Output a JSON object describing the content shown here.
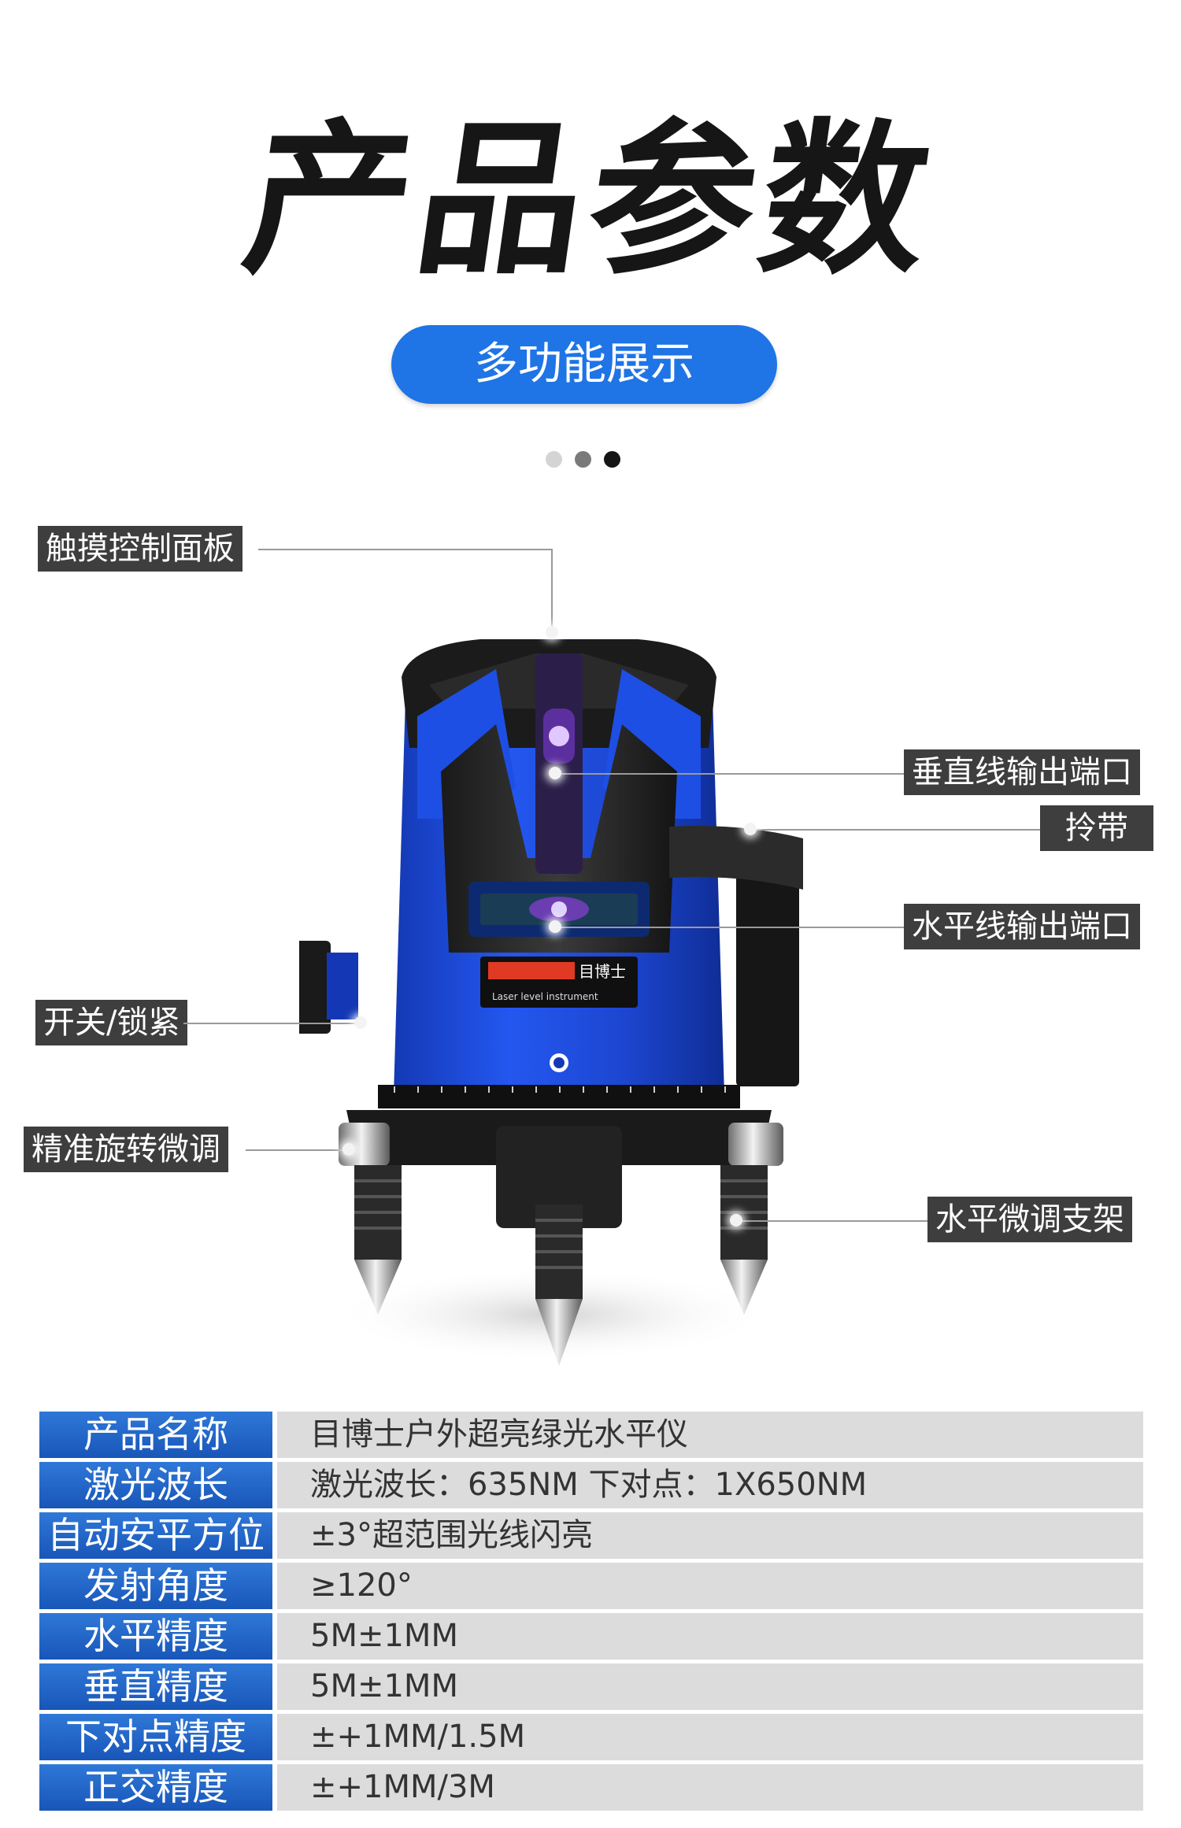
{
  "header": {
    "title": "产品参数",
    "subtitle_button": "多功能展示"
  },
  "callouts": {
    "touch_panel": "触摸控制面板",
    "vertical_port": "垂直线输出端口",
    "strap": "拎带",
    "horizontal_port": "水平线输出端口",
    "power_lock": "开关/锁紧",
    "fine_rotation": "精准旋转微调",
    "leveling_stand": "水平微调支架"
  },
  "product": {
    "brand_badge": "目博士",
    "caption": "Laser level instrument"
  },
  "colors": {
    "accent_blue": "#1f74e6",
    "product_blue": "#1c4fe0",
    "callout_bg": "#3e3e3e",
    "value_bg": "#dcdcdc"
  },
  "specs": [
    {
      "label": "产品名称",
      "value": "目博士户外超亮绿光水平仪"
    },
    {
      "label": "激光波长",
      "value": "激光波长：635NM 下对点：1X650NM"
    },
    {
      "label": "自动安平方位",
      "value": "±3°超范围光线闪亮"
    },
    {
      "label": "发射角度",
      "value": "≥120°"
    },
    {
      "label": "水平精度",
      "value": "5M±1MM"
    },
    {
      "label": "垂直精度",
      "value": "5M±1MM"
    },
    {
      "label": "下对点精度",
      "value": "±+1MM/1.5M"
    },
    {
      "label": "正交精度",
      "value": "±+1MM/3M"
    }
  ]
}
